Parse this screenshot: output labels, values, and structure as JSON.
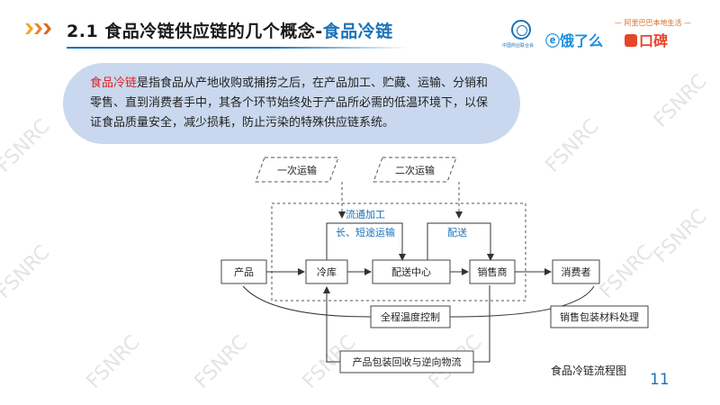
{
  "header": {
    "title_prefix": "2.1 食品冷链供应链的几个概念-",
    "title_highlight": "食品冷链",
    "slogan": "— 阿里巴巴本地生活 —",
    "seal_text": "中国商业联合会",
    "brand_eleme": "饿了么",
    "brand_koubei": "口碑"
  },
  "definition": {
    "term": "食品冷链",
    "text": "是指食品从产地收购或捕捞之后，在产品加工、贮藏、运输、分销和零售、直到消费者手中，其各个环节始终处于产品所必需的低温环境下，以保证食品质量安全，减少损耗，防止污染的特殊供应链系统。"
  },
  "diagram": {
    "nodes": {
      "product": "产品",
      "cold_storage": "冷库",
      "distribution_center": "配送中心",
      "retailer": "销售商",
      "consumer": "消费者"
    },
    "primary_transport": "一次运输",
    "secondary_transport": "二次运输",
    "circulation_processing": "流通加工",
    "long_short_transport": "长、短途运输",
    "delivery": "配送",
    "temperature_control": "全程温度控制",
    "packaging_disposal": "销售包装材料处理",
    "reverse_logistics": "产品包装回收与逆向物流"
  },
  "caption": "食品冷链流程图",
  "page_number": "11",
  "watermark": "FSNRC",
  "colors": {
    "accent_blue": "#1b72b8",
    "highlight_red": "#e02020",
    "definition_bg": "#c9d8ee",
    "chevron_orange": "#f5a623"
  }
}
